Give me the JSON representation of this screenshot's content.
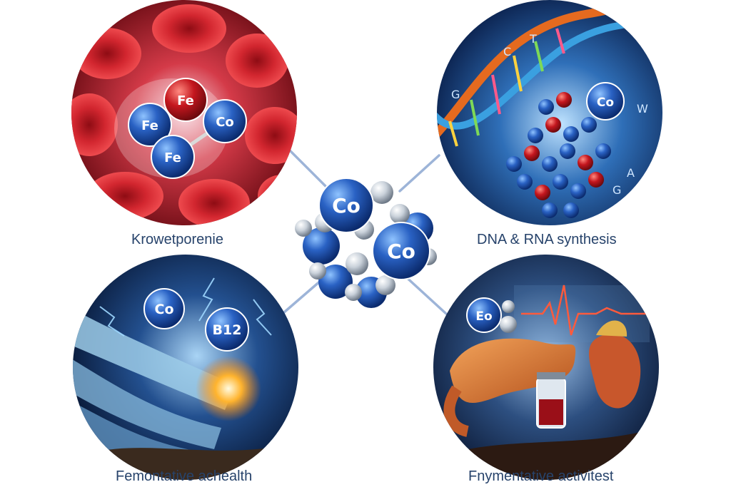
{
  "center": {
    "atoms": [
      "Co",
      "Co"
    ]
  },
  "panels": [
    {
      "caption": "Krowetporenie",
      "atoms": [
        "Fe",
        "Fe",
        "Fe",
        "Co"
      ]
    },
    {
      "caption": "DNA & RNA synthesis",
      "atoms": [
        "Co"
      ],
      "letters": [
        "C",
        "T",
        "G",
        "W",
        "G",
        "A"
      ]
    },
    {
      "caption": "Femontative achealth",
      "atoms": [
        "Co",
        "B12"
      ]
    },
    {
      "caption": "Fnymentative activitest",
      "atoms": [
        "Eo"
      ]
    }
  ],
  "colors": {
    "caption": "#27436b",
    "connector": "#9db4d8",
    "atom_blue": "#1f4fa8",
    "atom_red": "#b0121c"
  }
}
